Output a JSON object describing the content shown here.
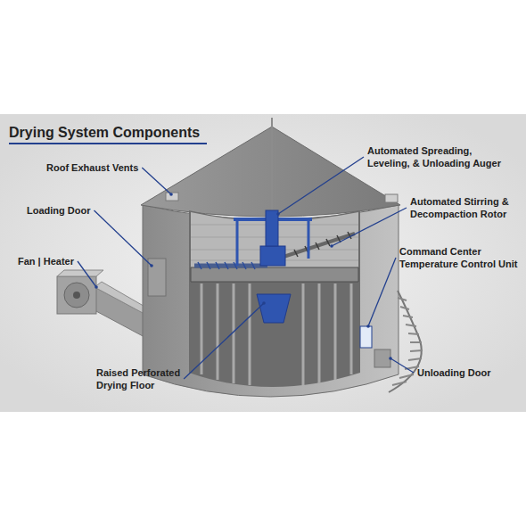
{
  "diagram": {
    "title": "Drying System Components",
    "labels": [
      "Roof Exhaust Vents",
      "Loading Door",
      "Fan | Heater",
      "Automated Spreading, Leveling, & Unloading Auger",
      "Automated Stirring & Decompaction Rotor",
      "Command Center Temperature Control Unit",
      "Raised Perforated Drying Floor",
      "Unloading Door"
    ]
  }
}
